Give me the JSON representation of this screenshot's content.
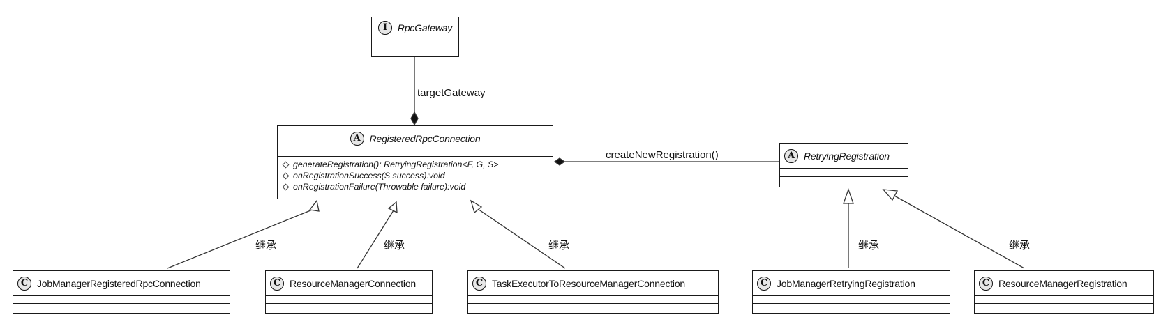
{
  "interface_box": {
    "stereotype_badge": "I",
    "name": "RpcGateway"
  },
  "registered_connection": {
    "stereotype_badge": "A",
    "name": "RegisteredRpcConnection",
    "methods": [
      "generateRegistration(): RetryingRegistration<F, G, S>",
      "onRegistrationSuccess(S success):void",
      "onRegistrationFailure(Throwable failure):void"
    ]
  },
  "retrying_registration": {
    "stereotype_badge": "A",
    "name": "RetryingRegistration"
  },
  "subclasses": [
    {
      "badge": "C",
      "name": "JobManagerRegisteredRpcConnection"
    },
    {
      "badge": "C",
      "name": "ResourceManagerConnection"
    },
    {
      "badge": "C",
      "name": "TaskExecutorToResourceManagerConnection"
    },
    {
      "badge": "C",
      "name": "JobManagerRetryingRegistration"
    },
    {
      "badge": "C",
      "name": "ResourceManagerRegistration"
    }
  ],
  "edge_labels": {
    "target_gateway": "targetGateway",
    "create_new_registration": "createNewRegistration()",
    "inherit": [
      "继承",
      "继承",
      "继承",
      "继承",
      "继承"
    ]
  },
  "colors": {
    "stroke": "#1a1a1a",
    "badge_fill": "#e6e6e6",
    "background": "#ffffff"
  }
}
